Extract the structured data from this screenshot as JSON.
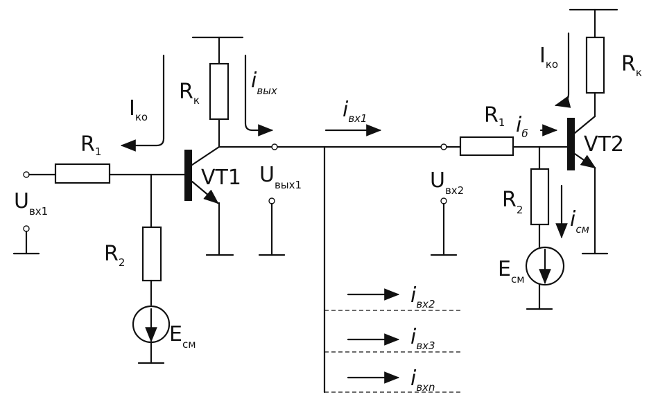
{
  "labels": {
    "r1_left": "R",
    "r1_left_sub": "1",
    "r2_left": "R",
    "r2_left_sub": "2",
    "rk_left": "R",
    "rk_left_sub": "к",
    "ik0_left": "I",
    "ik0_left_sub": "ко",
    "ivyx_i": "i",
    "ivyx_sub": "вых",
    "vt1": "VT1",
    "uvx1": "U",
    "uvx1_sub": "вх1",
    "uvyx1": "U",
    "uvyx1_sub": "вых1",
    "ecm_left": "E",
    "ecm_left_sub": "см",
    "ivx1": "i",
    "ivx1_sub": "вх1",
    "ivx2": "i",
    "ivx2_sub": "вх2",
    "ivx3": "i",
    "ivx3_sub": "вх3",
    "ivxn": "i",
    "ivxn_sub": "вхn",
    "uvx2": "U",
    "uvx2_sub": "вх2",
    "r1_right": "R",
    "r1_right_sub": "1",
    "ib": "i",
    "ib_sub": "б",
    "vt2": "VT2",
    "ik0_right": "I",
    "ik0_right_sub": "ко",
    "rk_right": "R",
    "rk_right_sub": "к",
    "r2_right": "R",
    "r2_right_sub": "2",
    "icm": "i",
    "icm_sub": "см",
    "ecm_right": "E",
    "ecm_right_sub": "см"
  }
}
